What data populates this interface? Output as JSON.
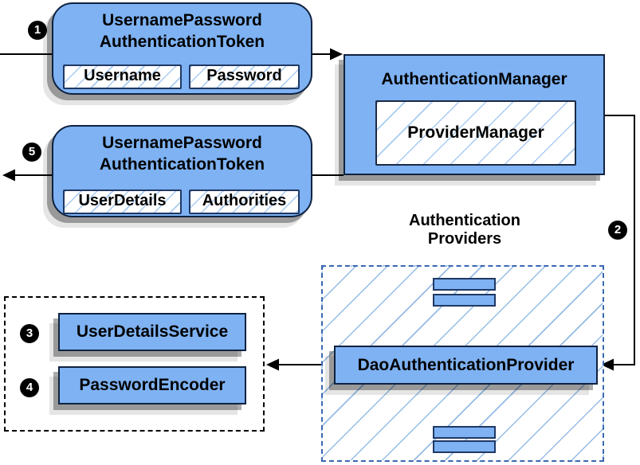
{
  "colors": {
    "background": "#FFFFFF",
    "box_fill": "#7EB2F3",
    "box_border": "#0F2240",
    "field_border": "#1F3864",
    "hatch_line": "#A9CBF2",
    "providers_dashed_border": "#3A68B0",
    "services_dotted_border": "#000000",
    "connector": "#000000",
    "shadow": "#808080",
    "text": "#000000",
    "badge_bg": "#000000",
    "badge_text": "#FFFFFF"
  },
  "nodes": {
    "token_request": {
      "step": "1",
      "title1": "UsernamePassword",
      "title2": "AuthenticationToken",
      "field1": "Username",
      "field2": "Password"
    },
    "auth_manager": {
      "title": "AuthenticationManager",
      "inner": "ProviderManager"
    },
    "token_response": {
      "step": "5",
      "title1": "UsernamePassword",
      "title2": "AuthenticationToken",
      "field1": "UserDetails",
      "field2": "Authorities"
    },
    "providers_group": {
      "step": "2",
      "label1": "Authentication",
      "label2": "Providers"
    },
    "dao_provider": {
      "label": "DaoAuthenticationProvider"
    },
    "user_details_service": {
      "step": "3",
      "label": "UserDetailsService"
    },
    "password_encoder": {
      "step": "4",
      "label": "PasswordEncoder"
    }
  }
}
